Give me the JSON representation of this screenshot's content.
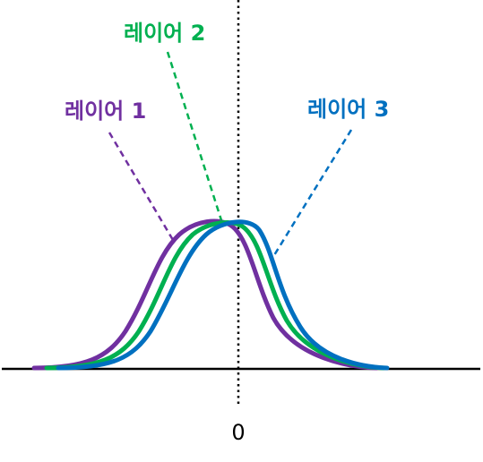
{
  "diagram": {
    "labels": {
      "layer1": "레이어 1",
      "layer2": "레이어 2",
      "layer3": "레이어 3",
      "origin": "0"
    },
    "colors": {
      "layer1": "#7030a0",
      "layer2": "#00b050",
      "layer3": "#0070c0",
      "axis": "#000000"
    }
  }
}
